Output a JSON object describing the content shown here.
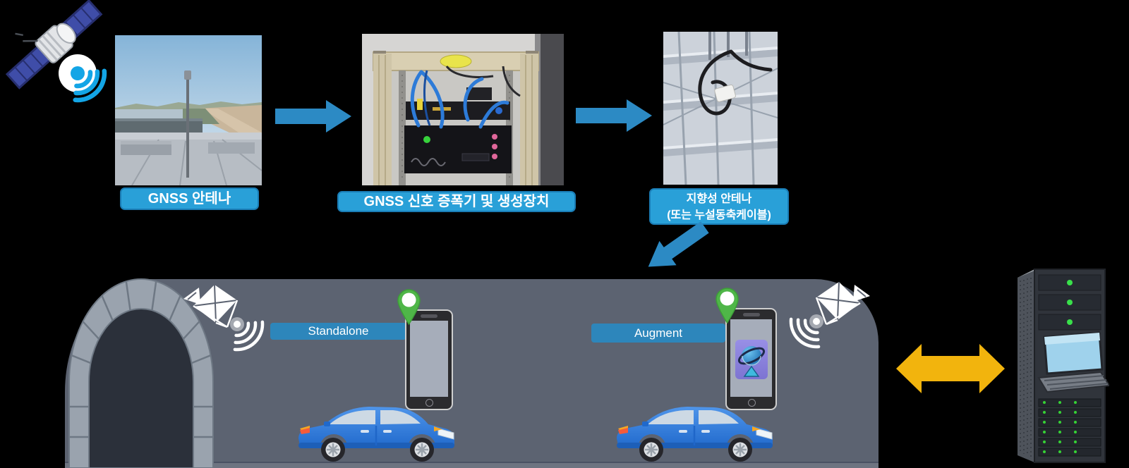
{
  "scene": {
    "description": "GNSS tunnel signal relay system diagram",
    "background": "#000000"
  },
  "flow": {
    "satellite": "gnss-satellite-with-signal-waves",
    "steps": [
      {
        "id": "gnss-antenna",
        "label": "GNSS 안테나",
        "photo": "rooftop GNSS antenna mast"
      },
      {
        "id": "amplifier",
        "label": "GNSS 신호 증폭기 및 생성장치",
        "photo": "GNSS signal amplifier and generator rack"
      },
      {
        "id": "directional-antenna",
        "label_line1": "지향성 안테나",
        "label_line2": "(또는 누설동축케이블)",
        "photo": "directional antenna on ceiling frame"
      }
    ]
  },
  "tunnel": {
    "modes": [
      {
        "id": "standalone",
        "label": "Standalone"
      },
      {
        "id": "augment",
        "label": "Augment"
      }
    ],
    "icons": [
      "tunnel-arch",
      "dish-antenna-left",
      "dish-antenna-right",
      "location-pin",
      "smartphone-blank",
      "smartphone-gnss-app",
      "car-blue",
      "bidirectional-arrow",
      "server-rack"
    ]
  },
  "colors": {
    "arrow_blue": "#2c8ac4",
    "label_blue": "#29a0d8",
    "mode_label_blue": "#2d86bb",
    "tunnel_gray": "#5c6371",
    "stone_gray": "#9aa3ae",
    "tunnel_opening": "#2b303a",
    "pin_green": "#4fb648",
    "car_blue": "#2f7fe0",
    "double_arrow_yellow": "#f2b40d",
    "signal_blue": "#13a5e6"
  }
}
